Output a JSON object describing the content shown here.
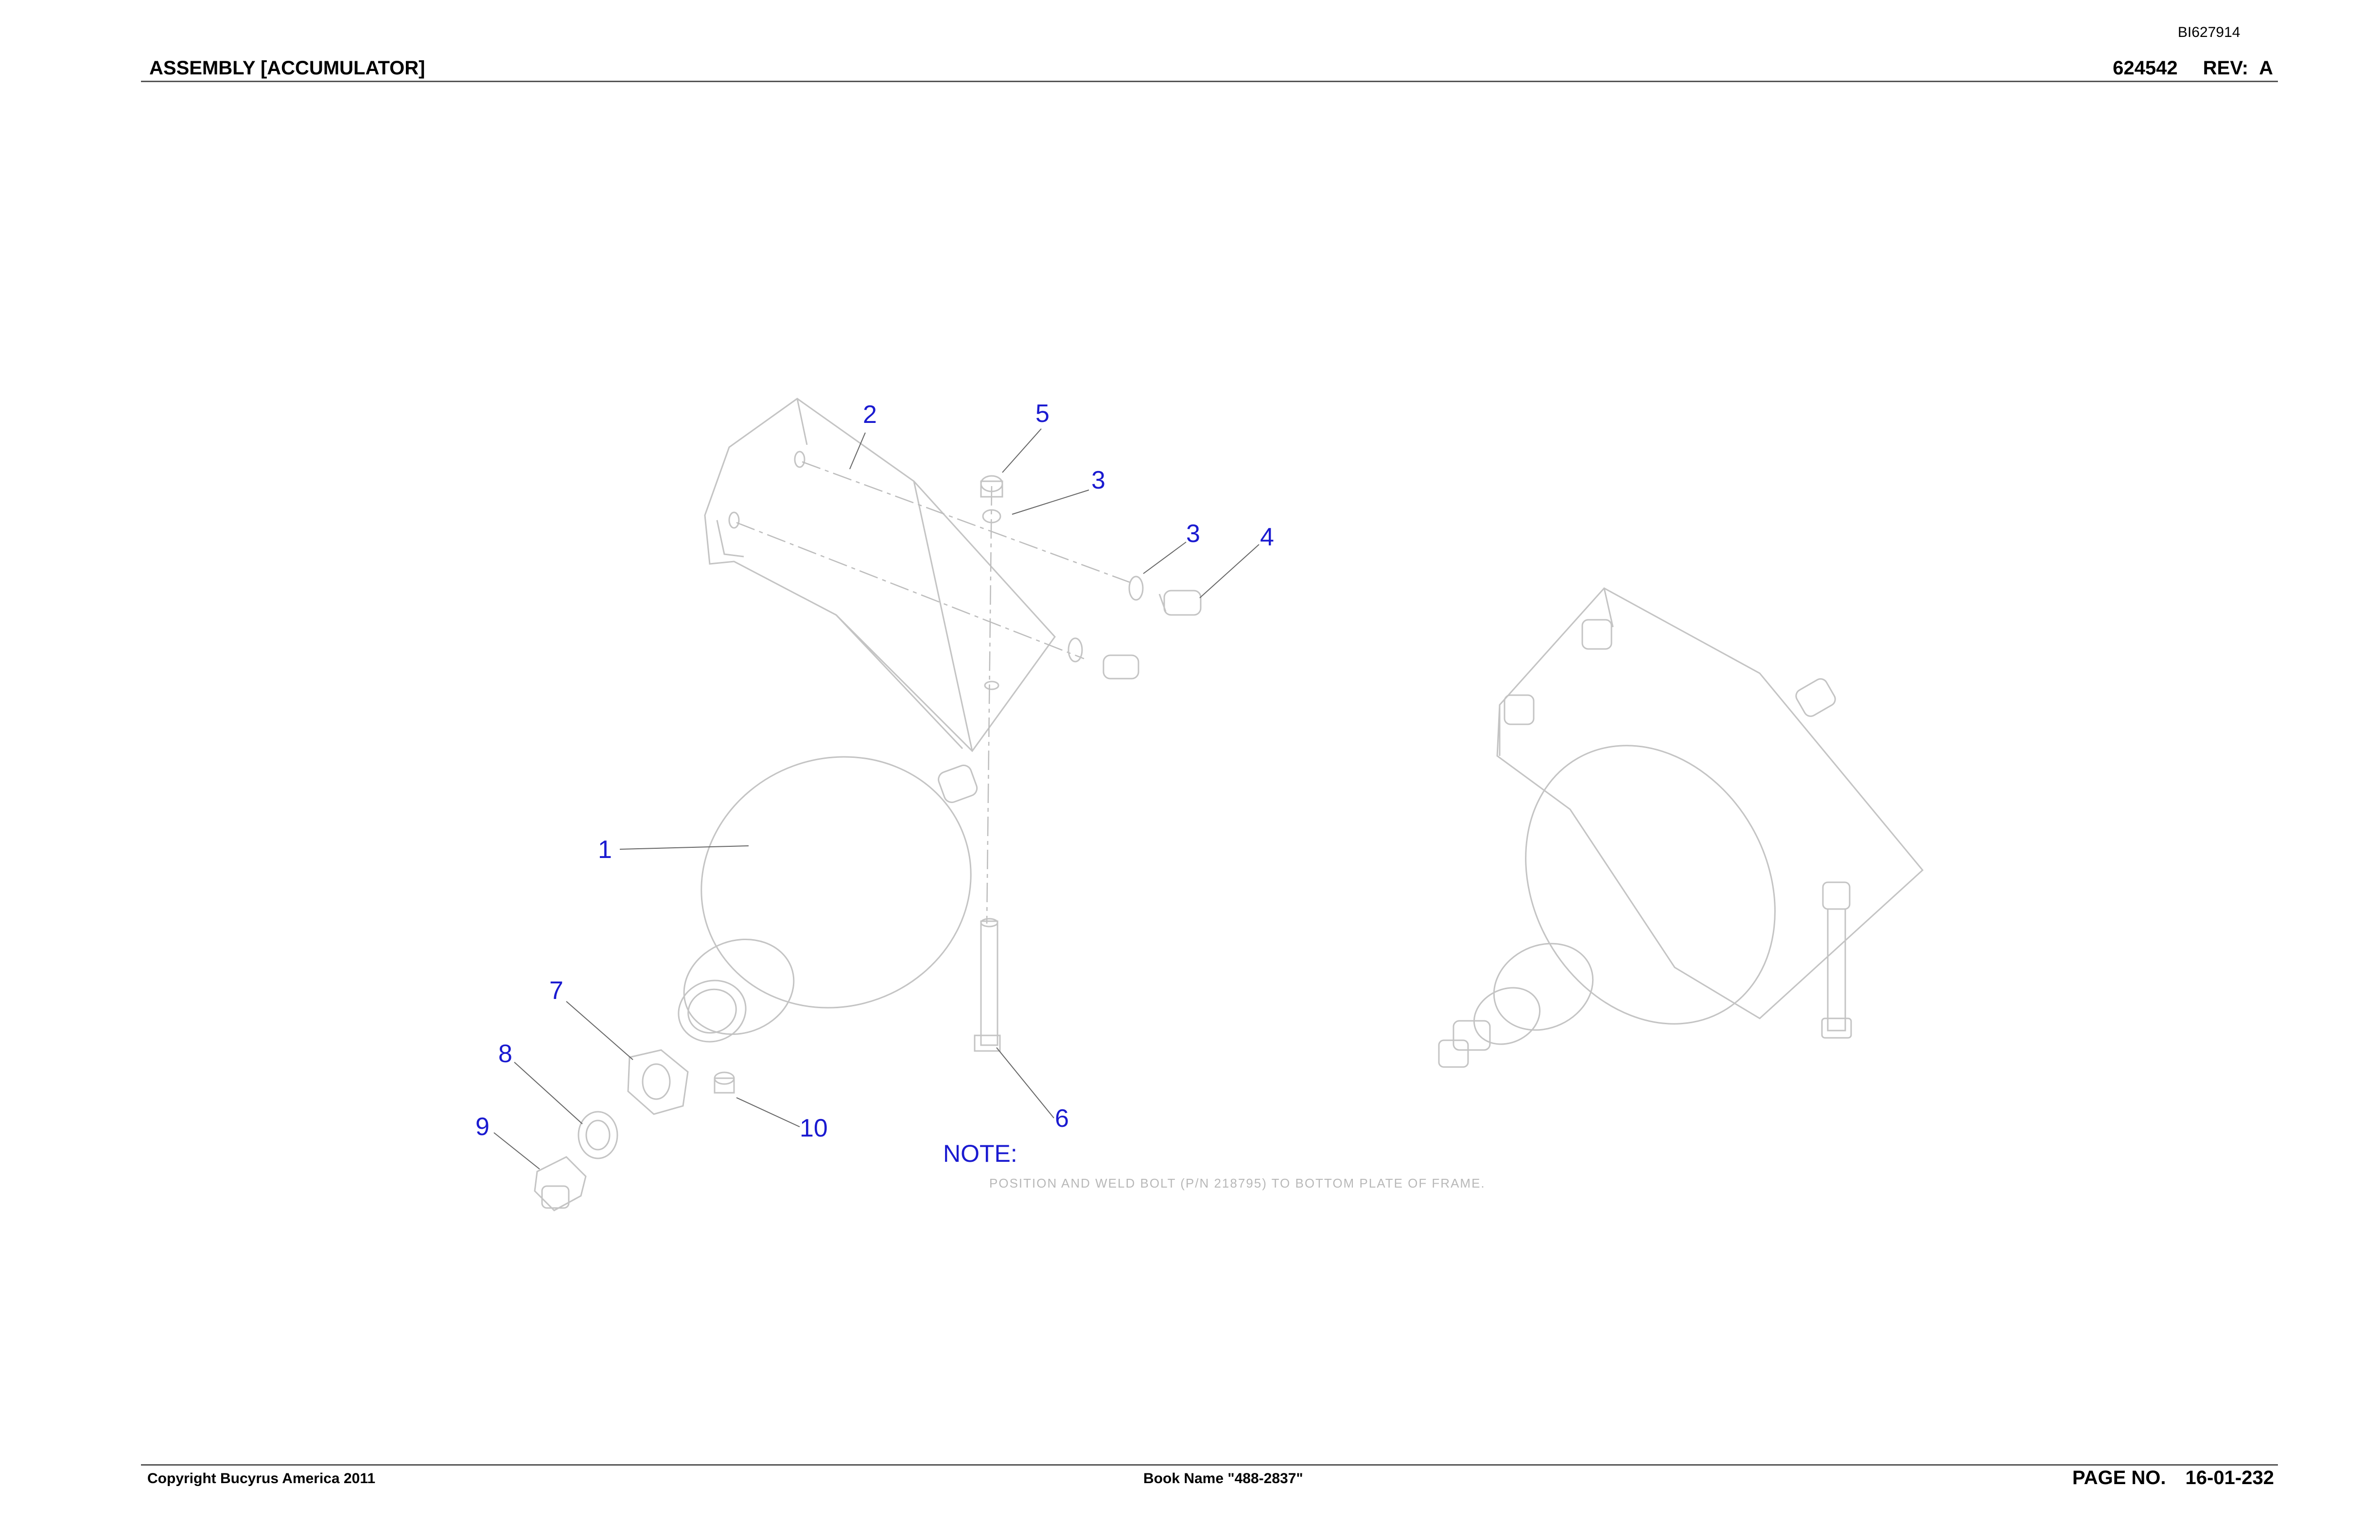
{
  "header": {
    "drawing_id": "BI627914",
    "title": "ASSEMBLY [ACCUMULATOR]",
    "part_number": "624542",
    "rev_label": "REV:",
    "rev_value": "A"
  },
  "footer": {
    "copyright": "Copyright Bucyrus America 2011",
    "book_name": "Book Name \"488-2837\"",
    "page_label": "PAGE NO.",
    "page_number": "16-01-232"
  },
  "callouts": [
    "1",
    "2",
    "3",
    "3",
    "4",
    "5",
    "6",
    "7",
    "8",
    "9",
    "10"
  ],
  "note": {
    "title": "NOTE:",
    "text": "POSITION AND WELD BOLT (P/N 218795) TO BOTTOM PLATE OF FRAME."
  },
  "colors": {
    "callout": "#1a1ad0",
    "line_art": "#c4c4c4",
    "note_text": "#b8b8b8"
  }
}
